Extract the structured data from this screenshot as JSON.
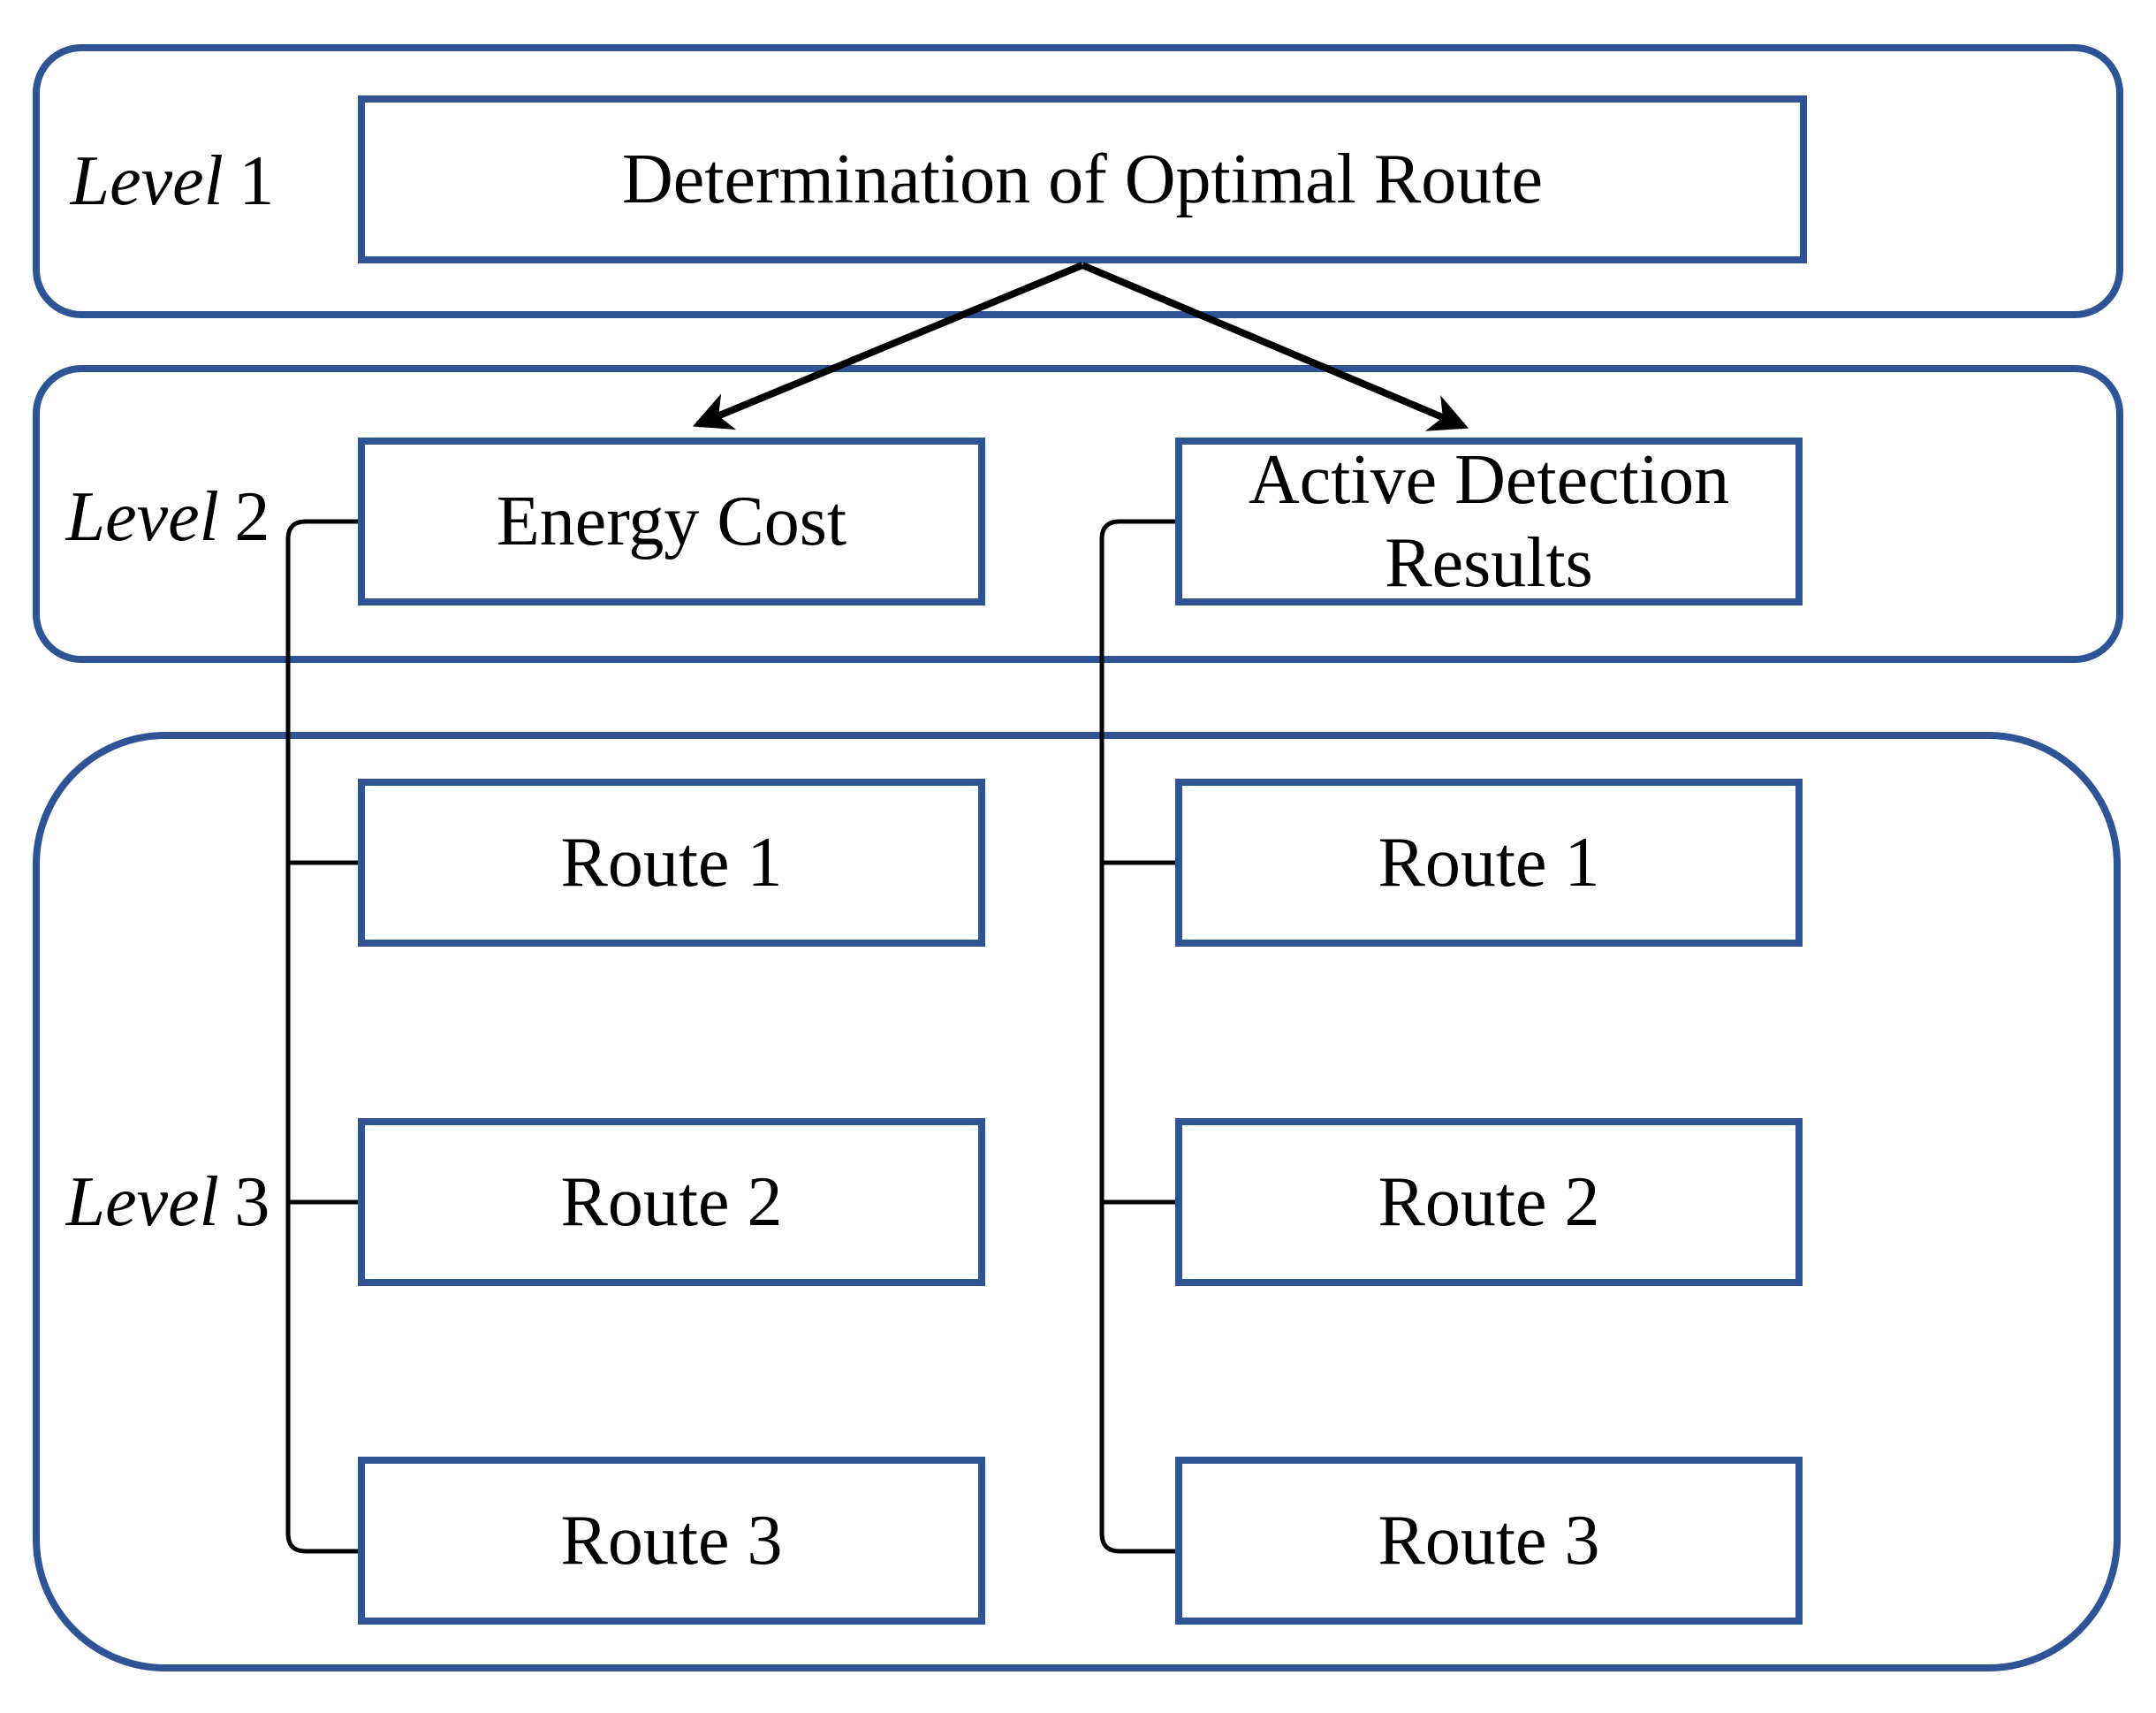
{
  "diagram": {
    "type": "hierarchy-diagram",
    "background_color": "#ffffff",
    "accent_color": "#2f5496",
    "line_color": "#000000",
    "text_color": "#000000",
    "levels": [
      {
        "name": "Level",
        "number": "1",
        "nodes": [
          {
            "label": "Determination of Optimal Route"
          }
        ]
      },
      {
        "name": "Level",
        "number": "2",
        "nodes": [
          {
            "label": "Energy Cost"
          },
          {
            "label": "Active Detection Results"
          }
        ]
      },
      {
        "name": "Level",
        "number": "3",
        "nodes": [
          {
            "label": "Route 1",
            "parent": "Energy Cost"
          },
          {
            "label": "Route 2",
            "parent": "Energy Cost"
          },
          {
            "label": "Route 3",
            "parent": "Energy Cost"
          },
          {
            "label": "Route 1",
            "parent": "Active Detection Results"
          },
          {
            "label": "Route 2",
            "parent": "Active Detection Results"
          },
          {
            "label": "Route 3",
            "parent": "Active Detection Results"
          }
        ]
      }
    ],
    "edges": [
      {
        "from": "Determination of Optimal Route",
        "to": "Energy Cost",
        "style": "arrow"
      },
      {
        "from": "Determination of Optimal Route",
        "to": "Active Detection Results",
        "style": "arrow"
      },
      {
        "from": "Energy Cost",
        "to": "Route 1, Route 2, Route 3",
        "style": "bracket"
      },
      {
        "from": "Active Detection Results",
        "to": "Route 1, Route 2, Route 3",
        "style": "bracket"
      }
    ]
  }
}
